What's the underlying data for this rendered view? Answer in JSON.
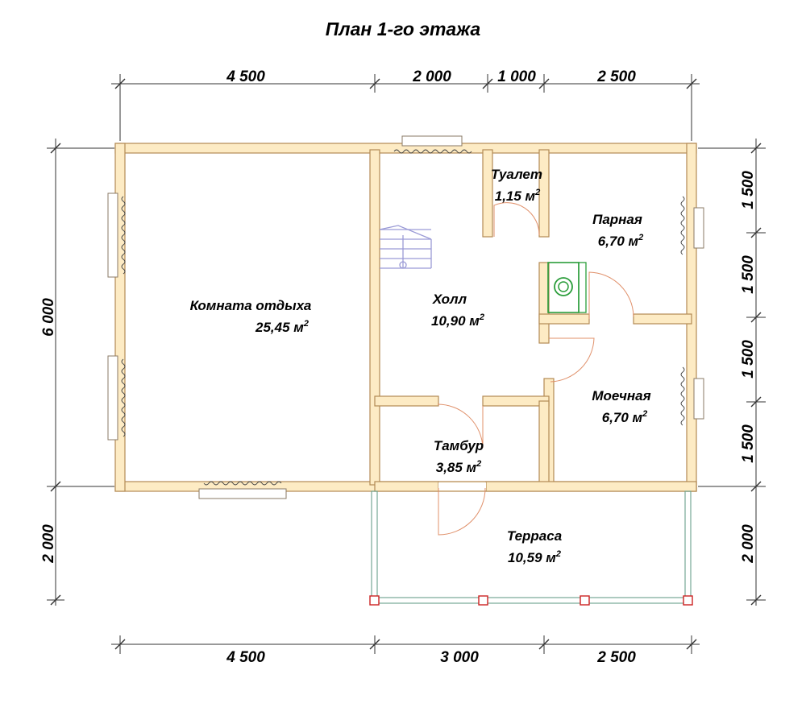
{
  "plan": {
    "title": "План 1-го этажа"
  },
  "rooms": [
    {
      "id": "rest",
      "name": "Комната отдыха",
      "area": "25,45 м"
    },
    {
      "id": "hall",
      "name": "Холл",
      "area": "10,90 м"
    },
    {
      "id": "toilet",
      "name": "Туалет",
      "area": "1,15 м"
    },
    {
      "id": "steam",
      "name": "Парная",
      "area": "6,70 м"
    },
    {
      "id": "wash",
      "name": "Моечная",
      "area": "6,70 м"
    },
    {
      "id": "vestibule",
      "name": "Тамбур",
      "area": "3,85 м"
    },
    {
      "id": "terrace",
      "name": "Терраса",
      "area": "10,59 м"
    }
  ],
  "area_unit_sup": "2",
  "dimensions": {
    "top": [
      "4 500",
      "2 000",
      "1 000",
      "2 500"
    ],
    "bottom": [
      "4 500",
      "3 000",
      "2 500"
    ],
    "left": [
      "6 000",
      "2 000"
    ],
    "right": [
      "1 500",
      "1 500",
      "1 500",
      "1 500",
      "2 000"
    ]
  },
  "colors": {
    "wall_fill": "#fdebc4",
    "wall_stroke": "#b38a55",
    "stove": "#2a9d3a",
    "door_arc": "#e0906a",
    "terrace_rail": "#6aa08c",
    "terrace_post": "#cc2222"
  }
}
